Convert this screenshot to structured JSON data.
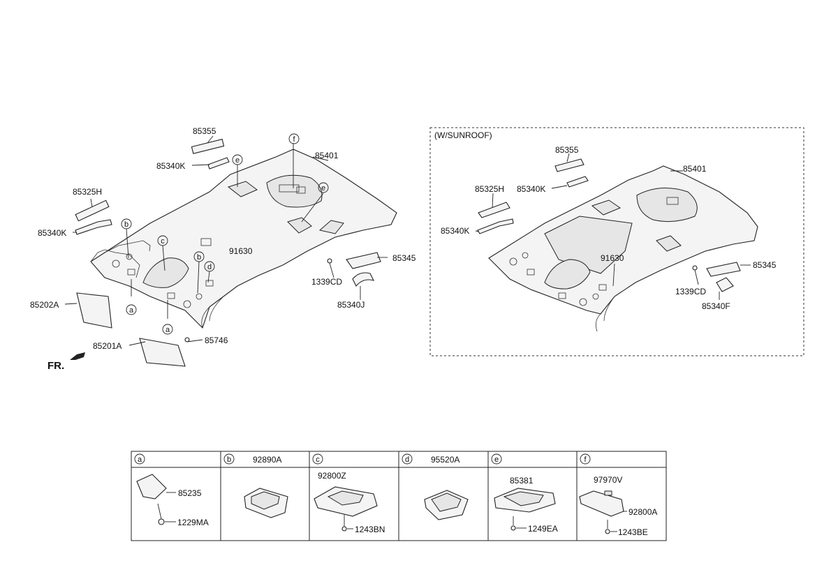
{
  "main": {
    "callouts": [
      "85355",
      "85340K",
      "85401",
      "85325H",
      "85340K",
      "91630",
      "85345",
      "1339CD",
      "85340J",
      "85202A",
      "85746",
      "85201A"
    ],
    "circle_markers": [
      "e",
      "f",
      "e",
      "b",
      "c",
      "b",
      "d",
      "a",
      "a"
    ],
    "front_marker": "FR."
  },
  "sunroof": {
    "title": "(W/SUNROOF)",
    "callouts": [
      "85355",
      "85401",
      "85325H",
      "85340K",
      "85340K",
      "91630",
      "85345",
      "1339CD",
      "85340F"
    ]
  },
  "detail_table": {
    "columns": [
      {
        "key": "a",
        "header_part": "",
        "parts": [
          "85235",
          "1229MA"
        ]
      },
      {
        "key": "b",
        "header_part": "92890A",
        "parts": []
      },
      {
        "key": "c",
        "header_part": "",
        "parts": [
          "92800Z",
          "1243BN"
        ]
      },
      {
        "key": "d",
        "header_part": "95520A",
        "parts": []
      },
      {
        "key": "e",
        "header_part": "",
        "parts": [
          "85381",
          "1249EA"
        ]
      },
      {
        "key": "f",
        "header_part": "",
        "parts": [
          "97970V",
          "92800A",
          "1243BE"
        ]
      }
    ]
  }
}
